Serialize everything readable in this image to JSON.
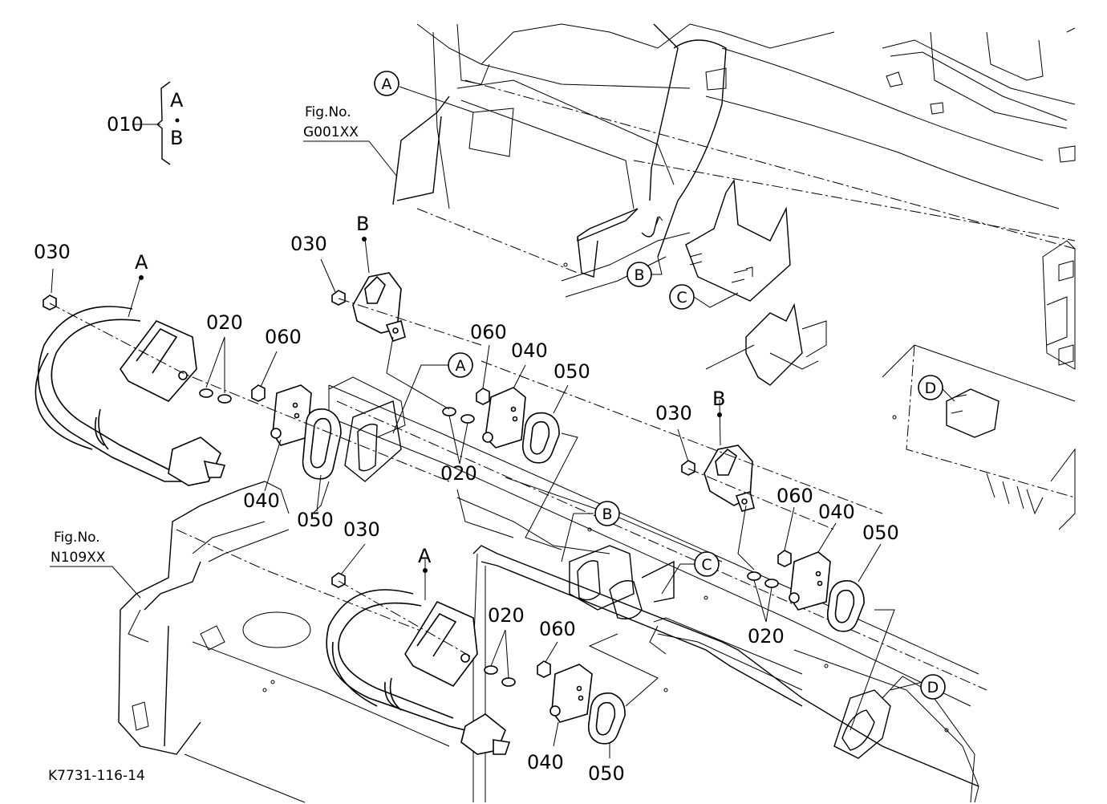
{
  "diagram": {
    "drawing_code": "K7731-116-14",
    "bracket_label": {
      "part": "010",
      "top": "A",
      "bottom": "B"
    },
    "fig_refs": [
      {
        "caption": "Fig.No.",
        "code": "G001XX"
      },
      {
        "caption": "Fig.No.",
        "code": "N109XX"
      }
    ],
    "callout_labels": [
      {
        "part": "030"
      },
      {
        "part": "020"
      },
      {
        "part": "060"
      },
      {
        "part": "040"
      },
      {
        "part": "050"
      },
      {
        "part": "030"
      },
      {
        "part": "060"
      },
      {
        "part": "040"
      },
      {
        "part": "050"
      },
      {
        "part": "020"
      },
      {
        "part": "030"
      },
      {
        "part": "060"
      },
      {
        "part": "040"
      },
      {
        "part": "050"
      },
      {
        "part": "020"
      },
      {
        "part": "030"
      },
      {
        "part": "020"
      },
      {
        "part": "060"
      },
      {
        "part": "040"
      },
      {
        "part": "050"
      }
    ],
    "belt_markers": [
      "A",
      "B",
      "B",
      "A"
    ],
    "circle_refs": [
      "A",
      "A",
      "B",
      "C",
      "D",
      "B",
      "C",
      "D"
    ]
  }
}
